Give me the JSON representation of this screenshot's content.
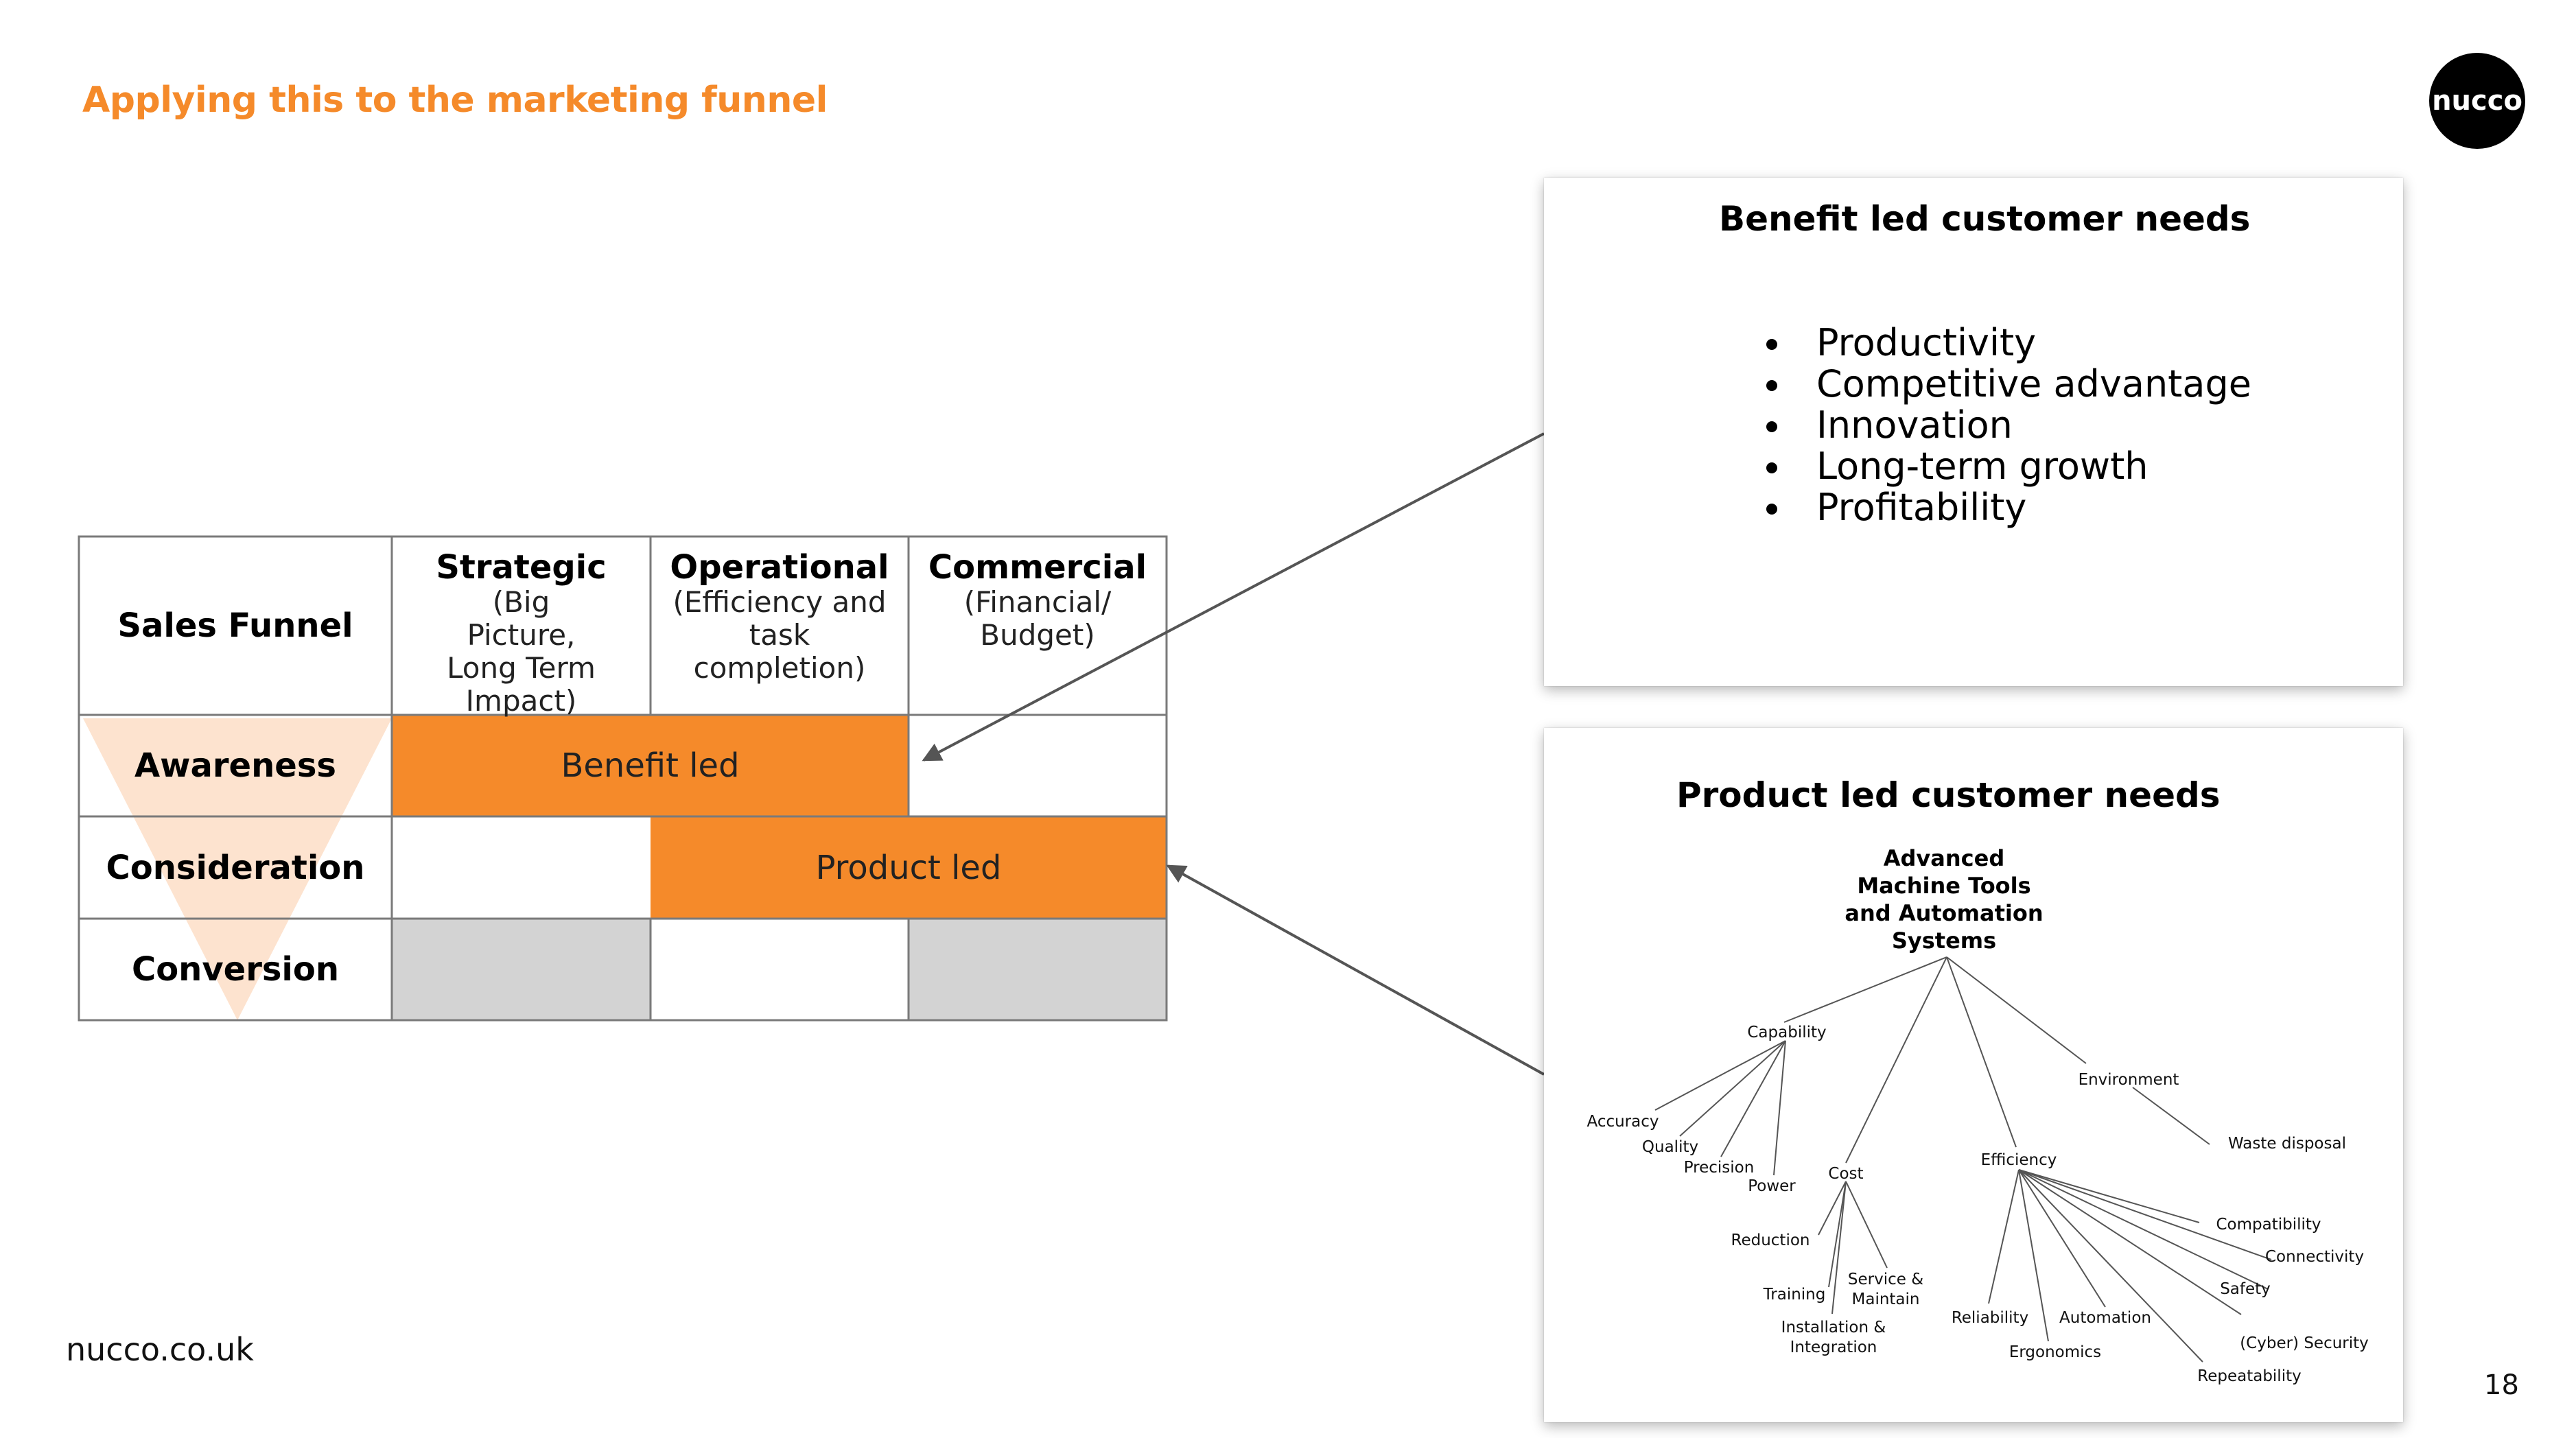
{
  "title": "Applying this to the marketing funnel",
  "logo": "nucco",
  "footer": {
    "site": "nucco.co.uk",
    "page": "18"
  },
  "colors": {
    "accent": "#f58a2a",
    "funnel": "#fde3cf",
    "grey": "#d3d3d3"
  },
  "table": {
    "corner": "Sales Funnel",
    "columns": [
      {
        "title": "Strategic",
        "sub": "(Big Picture, Long Term Impact)"
      },
      {
        "title": "Operational",
        "sub": "(Efficiency and task completion)"
      },
      {
        "title": "Commercial",
        "sub": "(Financial/ Budget)"
      }
    ],
    "rows": [
      "Awareness",
      "Consideration",
      "Conversion"
    ],
    "bands": {
      "benefit": "Benefit led",
      "product": "Product led"
    }
  },
  "benefit_card": {
    "title": "Benefit led customer needs",
    "items": [
      "Productivity",
      "Competitive advantage",
      "Innovation",
      "Long-term growth",
      "Profitability"
    ]
  },
  "product_card": {
    "title": "Product led customer needs",
    "tree": {
      "root": [
        "Advanced",
        "Machine Tools",
        "and Automation",
        "Systems"
      ],
      "capability": "Capability",
      "accuracy": "Accuracy",
      "quality": "Quality",
      "precision": "Precision",
      "power": "Power",
      "cost": "Cost",
      "reduction": "Reduction",
      "training": "Training",
      "service": [
        "Service &",
        "Maintain"
      ],
      "installation": [
        "Installation  &",
        "Integration"
      ],
      "environment": "Environment",
      "waste": "Waste disposal",
      "efficiency": "Efficiency",
      "compatibility": "Compatibility",
      "connectivity": "Connectivity",
      "safety": "Safety",
      "security": "(Cyber) Security",
      "repeatability": "Repeatability",
      "reliability": "Reliability",
      "automation": "Automation",
      "ergonomics": "Ergonomics"
    }
  }
}
